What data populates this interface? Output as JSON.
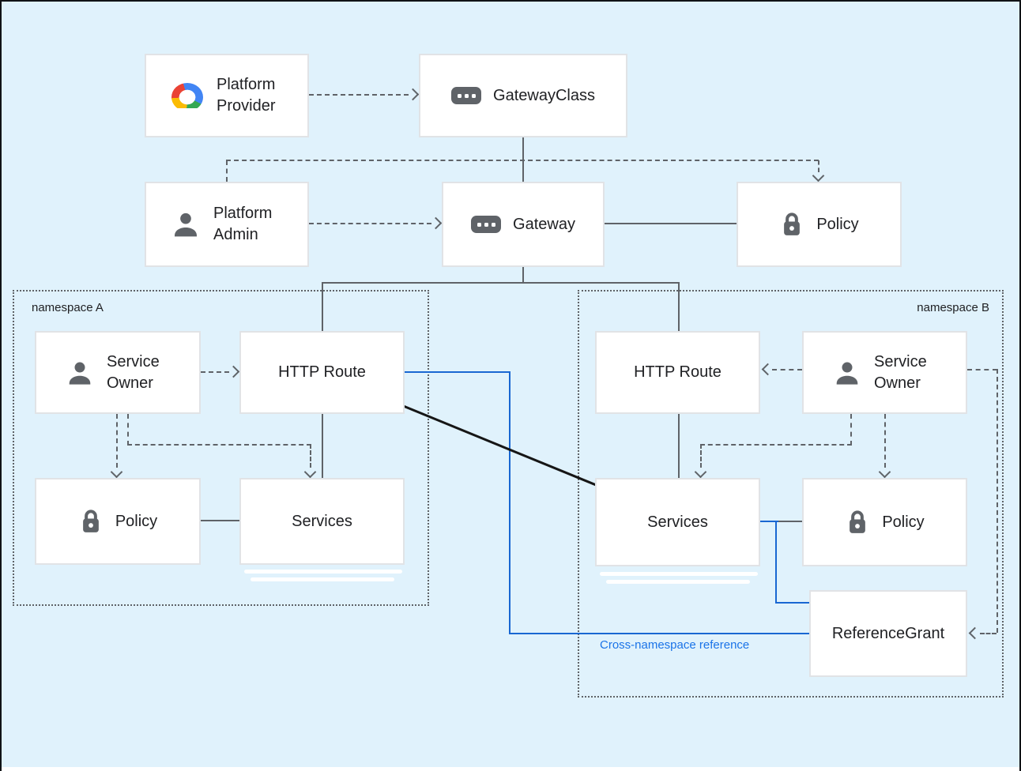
{
  "namespaces": {
    "a": {
      "label": "namespace A"
    },
    "b": {
      "label": "namespace B"
    }
  },
  "nodes": {
    "platform_provider": {
      "label": "Platform Provider",
      "icon": "google-cloud-logo"
    },
    "gateway_class": {
      "label": "GatewayClass",
      "icon": "gateway-chip"
    },
    "platform_admin": {
      "label": "Platform Admin",
      "icon": "person"
    },
    "gateway": {
      "label": "Gateway",
      "icon": "gateway-chip"
    },
    "policy_cluster": {
      "label": "Policy",
      "icon": "lock"
    },
    "service_owner_a": {
      "label": "Service Owner",
      "icon": "person"
    },
    "http_route_a": {
      "label": "HTTP Route"
    },
    "policy_a": {
      "label": "Policy",
      "icon": "lock"
    },
    "services_a": {
      "label": "Services"
    },
    "http_route_b": {
      "label": "HTTP Route"
    },
    "service_owner_b": {
      "label": "Service Owner",
      "icon": "person"
    },
    "services_b": {
      "label": "Services"
    },
    "policy_b": {
      "label": "Policy",
      "icon": "lock"
    },
    "reference_grant": {
      "label": "ReferenceGrant"
    }
  },
  "annotations": {
    "cross_namespace_reference": "Cross-namespace reference"
  },
  "colors": {
    "background": "#e0f2fc",
    "box_fill": "#ffffff",
    "box_border": "#e1e3e6",
    "line_gray": "#5f6368",
    "line_blue": "#1967d2",
    "line_black": "#161616",
    "annotation_text": "#1a73e8",
    "icon_gray": "#5f6368",
    "google_blue": "#4285f4",
    "google_red": "#ea4335",
    "google_yellow": "#fbbc04",
    "google_green": "#34a853"
  }
}
